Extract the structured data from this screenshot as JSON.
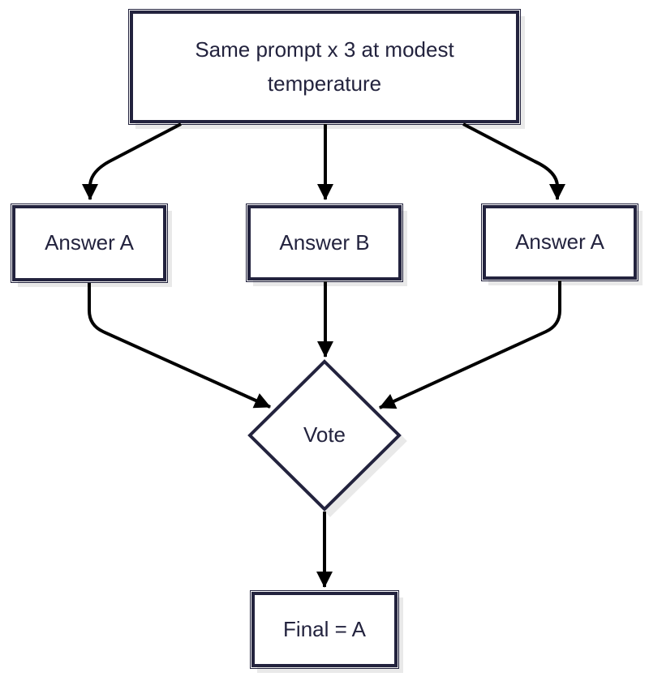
{
  "diagram": {
    "background_color": "#ffffff",
    "colors": {
      "node_border": "#23233e",
      "node_fill": "#ffffff",
      "node_text": "#23233e",
      "arrow": "#000000",
      "shadow": "#e9e9e9"
    },
    "nodes": {
      "prompt": {
        "label": "Same prompt x 3 at modest temperature",
        "shape": "rectangle"
      },
      "answer_left": {
        "label": "Answer A",
        "shape": "rectangle"
      },
      "answer_middle": {
        "label": "Answer B",
        "shape": "rectangle"
      },
      "answer_right": {
        "label": "Answer A",
        "shape": "rectangle"
      },
      "vote": {
        "label": "Vote",
        "shape": "diamond"
      },
      "final": {
        "label": "Final = A",
        "shape": "rectangle"
      }
    },
    "edges": [
      {
        "from": "prompt",
        "to": "answer_left"
      },
      {
        "from": "prompt",
        "to": "answer_middle"
      },
      {
        "from": "prompt",
        "to": "answer_right"
      },
      {
        "from": "answer_left",
        "to": "vote"
      },
      {
        "from": "answer_middle",
        "to": "vote"
      },
      {
        "from": "answer_right",
        "to": "vote"
      },
      {
        "from": "vote",
        "to": "final"
      }
    ]
  }
}
